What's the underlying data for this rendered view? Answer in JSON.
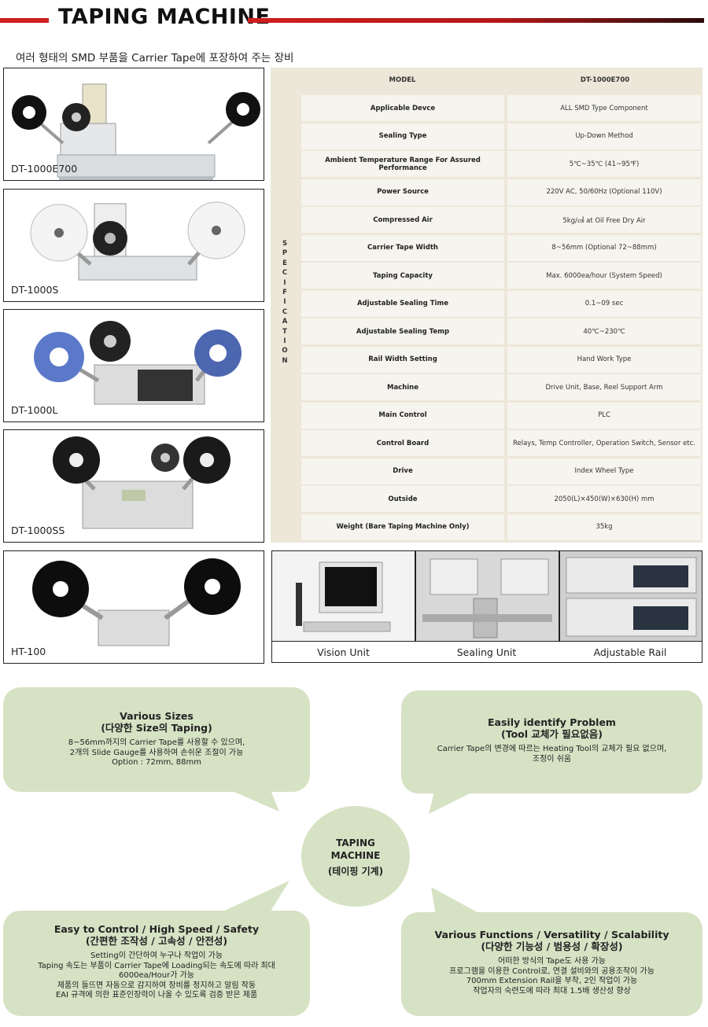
{
  "header": {
    "title": "TAPING MACHINE",
    "subtitle": "여러 형태의 SMD 부품을 Carrier Tape에 포장하여 주는 장비"
  },
  "products": [
    {
      "label": "DT-1000E700",
      "reel_color": "black-white"
    },
    {
      "label": "DT-1000S",
      "reel_color": "white"
    },
    {
      "label": "DT-1000L",
      "reel_color": "blue"
    },
    {
      "label": "DT-1000SS",
      "reel_color": "black"
    },
    {
      "label": "HT-100",
      "reel_color": "black"
    }
  ],
  "spec": {
    "side_label": [
      "S",
      "P",
      "E",
      "C",
      "I",
      "F",
      "I",
      "C",
      "A",
      "T",
      "I",
      "O",
      "N"
    ],
    "model_header": "MODEL",
    "model_value": "DT-1000E700",
    "rows": [
      {
        "key": "Applicable Devce",
        "value": "ALL SMD Type Component"
      },
      {
        "key": "Sealing Type",
        "value": "Up-Down Method"
      },
      {
        "key": "Ambient Temperature Range For Assured Performance",
        "value": "5℃~35℃ (41~95℉)"
      },
      {
        "key": "Power Source",
        "value": "220V AC, 50/60Hz (Optional 110V)"
      },
      {
        "key": "Compressed Air",
        "value": "5kg/㎠ at Oil Free Dry Air"
      },
      {
        "key": "Carrier Tape Width",
        "value": "8~56mm (Optional 72~88mm)"
      },
      {
        "key": "Taping Capacity",
        "value": "Max. 6000ea/hour (System Speed)"
      },
      {
        "key": "Adjustable Sealing Time",
        "value": "0.1~09 sec"
      },
      {
        "key": "Adjustable Sealing Temp",
        "value": "40℃~230℃"
      },
      {
        "key": "Rail Width Setting",
        "value": "Hand Work Type"
      },
      {
        "key": "Machine",
        "value": "Drive Unit, Base, Reel Support Arm"
      },
      {
        "key": "Main Control",
        "value": "PLC"
      },
      {
        "key": "Control Board",
        "value": "Relays, Temp Controller, Operation Switch, Sensor etc."
      },
      {
        "key": "Drive",
        "value": "Index Wheel Type"
      },
      {
        "key": "Outside",
        "value": "2050(L)×450(W)×630(H) mm"
      },
      {
        "key": "Weight (Bare Taping Machine Only)",
        "value": "35kg"
      }
    ]
  },
  "units": [
    {
      "label": "Vision Unit"
    },
    {
      "label": "Sealing Unit"
    },
    {
      "label": "Adjustable Rail"
    }
  ],
  "features": {
    "center": {
      "line1": "TAPING",
      "line2": "MACHINE",
      "line3": "(테이핑 기계)"
    },
    "top_left": {
      "title1": "Various Sizes",
      "title2": "(다양한 Size의 Taping)",
      "body": [
        "8~56mm까지의 Carrier Tape를 사용할 수 있으며,",
        "2개의 Slide Gauge를 사용하여 손쉬운 조절이 가능",
        "Option : 72mm, 88mm"
      ]
    },
    "top_right": {
      "title1": "Easily identify Problem",
      "title2": "(Tool 교체가 필요없음)",
      "body": [
        "Carrier Tape의 변경에 따르는 Heating Tool의 교체가 필요 없으며,",
        "조정이 쉬움"
      ]
    },
    "bottom_left": {
      "title1": "Easy to Control / High Speed / Safety",
      "title2": "(간편한 조작성 / 고속성 / 안전성)",
      "body": [
        "Setting이 간단하여 누구나 작업이 가능",
        "Taping 속도는 부품이 Carrier Tape에 Loading되는 속도에 따라 최대",
        "6000ea/Hour가 가능",
        "제품의 들뜨면 자동으로 감지하여 장비를 정지하고 알림 작동",
        "EAI 규격에 의한 표준인장력이 나올 수 있도록 검증 받은 제품"
      ]
    },
    "bottom_right": {
      "title1": "Various Functions / Versatility / Scalability",
      "title2": "(다양한 기능성 / 범용성 / 확장성)",
      "body": [
        "어떠한 방식의 Tape도 사용 가능",
        "프로그램을 이용한 Control로, 연결 설비와의 공용조작이 가능",
        "700mm Extension Rail을 부착, 2인 작업이 가능",
        "작업자의 숙련도에 따라 최대 1.5배 생산성 향상"
      ]
    }
  },
  "colors": {
    "accent_red": "#d01f1f",
    "table_bg": "#ece7d9",
    "bubble_green": "#d6e2c4"
  }
}
